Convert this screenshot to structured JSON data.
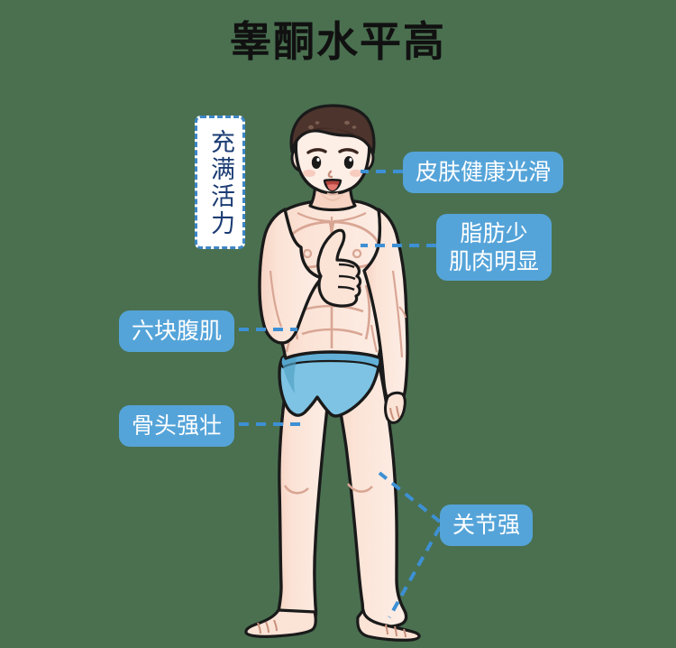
{
  "page": {
    "title": "睾酮水平高",
    "background_color": "#4a7050"
  },
  "theme": {
    "label_blue": "#55a4d9",
    "connector_blue": "#3d90d4",
    "box_border_blue": "#3d86c6",
    "box_text_navy": "#1b3c73",
    "title_color": "#111111",
    "skin": "#fbe3d6",
    "skin_shade": "#f3cdbb",
    "skin_line": "#d9a694",
    "hair": "#4d342c",
    "hair_dark": "#3a261f",
    "outline": "#1a1a1a",
    "underwear": "#7ec3e3",
    "underwear_dark": "#4e9fc4"
  },
  "vitality_box": {
    "text": "充满活力",
    "orientation": "vertical"
  },
  "labels": [
    {
      "id": "skin",
      "text": "皮肤健康光滑",
      "lines": [
        "皮肤健康光滑"
      ],
      "side": "right",
      "target": "face"
    },
    {
      "id": "fat-muscle",
      "text": "脂肪少 肌肉明显",
      "lines": [
        "脂肪少",
        "肌肉明显"
      ],
      "side": "right",
      "target": "chest"
    },
    {
      "id": "abs",
      "text": "六块腹肌",
      "lines": [
        "六块腹肌"
      ],
      "side": "left",
      "target": "abdomen"
    },
    {
      "id": "bones",
      "text": "骨头强壮",
      "lines": [
        "骨头强壮"
      ],
      "side": "left",
      "target": "hip"
    },
    {
      "id": "joints",
      "text": "关节强",
      "lines": [
        "关节强"
      ],
      "side": "right",
      "target": "knee-and-ankle"
    }
  ],
  "figure": {
    "description": "男性人体插画 正面 竖大拇指",
    "pose": "thumbs-up",
    "garment": "蓝色内裤"
  }
}
